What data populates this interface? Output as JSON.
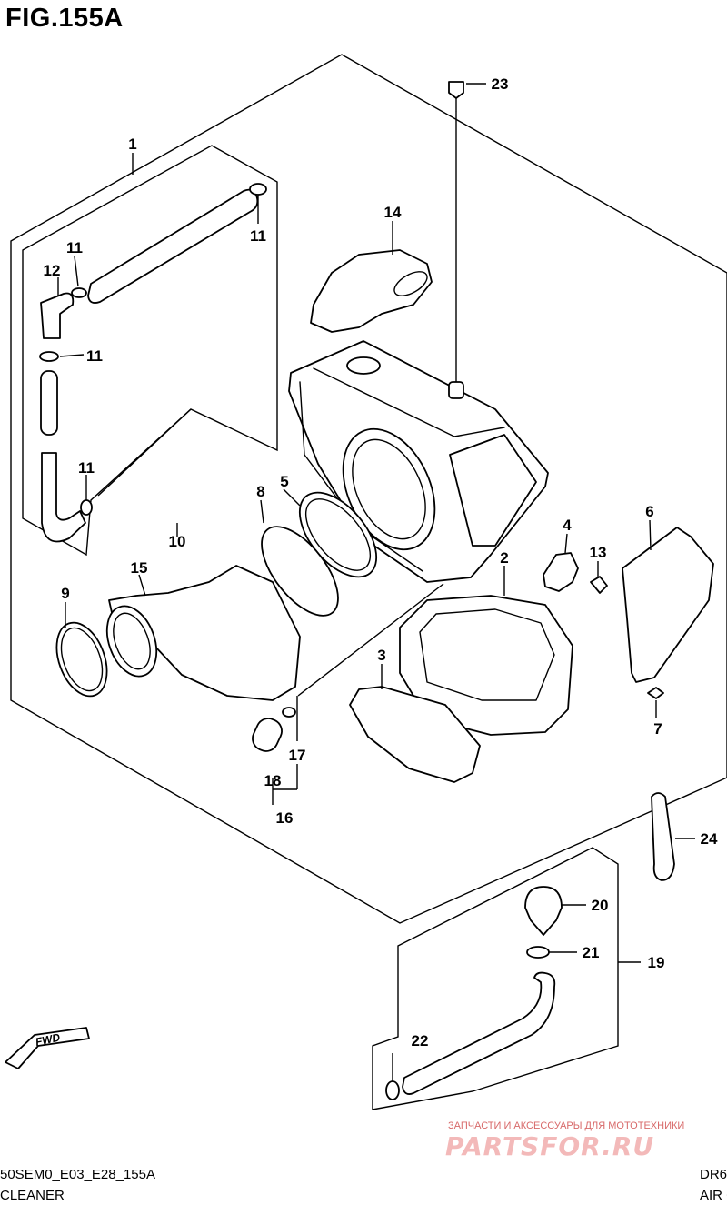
{
  "figure": {
    "title": "FIG.155A"
  },
  "callouts": {
    "c1": "1",
    "c2": "2",
    "c3": "3",
    "c4": "4",
    "c5": "5",
    "c6": "6",
    "c7": "7",
    "c8": "8",
    "c9": "9",
    "c10": "10",
    "c11a": "11",
    "c11b": "11",
    "c11c": "11",
    "c11d": "11",
    "c12": "12",
    "c13": "13",
    "c14": "14",
    "c15": "15",
    "c16": "16",
    "c17": "17",
    "c18": "18",
    "c19": "19",
    "c20": "20",
    "c21": "21",
    "c22": "22",
    "c23": "23",
    "c24": "24"
  },
  "footer": {
    "code_left": "50SEM0_E03_E28_155A",
    "name_left": "CLEANER",
    "code_right": "DR6",
    "name_right": "AIR C"
  },
  "watermark": {
    "caption": "ЗАПЧАСТИ И АКСЕССУАРЫ ДЛЯ МОТОТЕХНИКИ",
    "brand": "PARTSFOR.RU"
  },
  "colors": {
    "ink": "#000000",
    "watermark": "#f3b9b9"
  },
  "icons": {
    "front_arrow": "fwd-arrow-icon"
  }
}
